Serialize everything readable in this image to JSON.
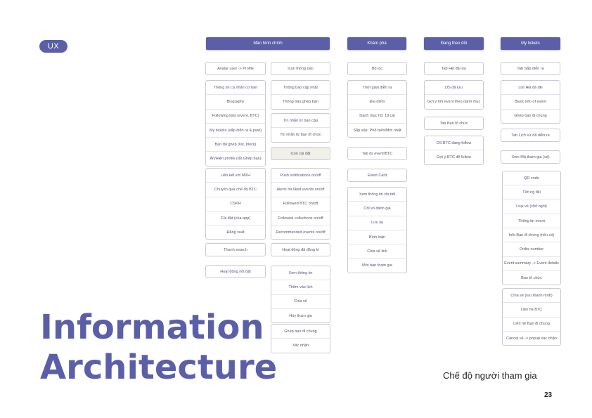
{
  "tag": "UX",
  "title_line1": "Information",
  "title_line2": "Architecture",
  "caption": "Chế độ người tham gia",
  "page_number": "23",
  "headers": {
    "main_screen": "Màn hình chính",
    "explore": "Khám phá",
    "following": "Đang theo dõi",
    "my_tickets": "My tickets"
  },
  "col1": {
    "avatar": "Avatar user -> Profile",
    "profile_group": [
      "Thông tin cá nhân cơ bản",
      "Biography",
      "Following lists (event, BTC)",
      "My tickets (sắp diễn ra & past)",
      "Bạn đã ghép (list, block)",
      "Ẩn/Hiện profile (tắt Ghép bạn)"
    ],
    "settings_group": [
      "Liên kết với MXH",
      "Chuyển qua chế độ BTC",
      "CSKH",
      "Cài đặt (của app)",
      "Đăng xuất"
    ],
    "search_bar": "Thanh search",
    "featured": "Hoạt động nổi bật"
  },
  "col2": {
    "notif_icon": "Icon thông báo",
    "notif_group": [
      "Thông báo cập nhật",
      "Thông báo ghép bạn"
    ],
    "message_group": [
      "Tin nhắn từ bạn cặp",
      "Tin nhắn từ ban tổ chức"
    ],
    "settings_icon": "Icon cài đặt",
    "push_group": [
      "Push notifications on/off",
      "Alerts for liked events on/off",
      "Followed BTC on/off",
      "Followed collections on/off",
      "Recommended events on/off"
    ],
    "registered": "Hoạt động đã đăng kí",
    "registered_group": [
      "Xem thông tin",
      "Thêm vào lịch",
      "Chia sẻ",
      "Hủy tham gia"
    ],
    "match_group": [
      "Ghép bạn đi chung",
      "Xác nhận"
    ]
  },
  "col3": {
    "filter": "Bộ lọc",
    "filter_group": [
      "Thời gian diễn ra",
      "Địa điểm",
      "Danh mục hđ: 18 cái",
      "Sắp xếp: Phổ biến/Mới nhất"
    ],
    "tab_events": "Tab ds event/BTC",
    "event_card": "Event Card",
    "card_group": [
      "Xem thông tin chi tiết",
      "Chỉ số đánh giá",
      "Lưu lại",
      "Bình luận",
      "Chia sẻ link",
      "Mời bạn tham gia"
    ]
  },
  "col4": {
    "tab_saved": "Tab HĐ đã lưu",
    "saved_group": [
      "DS đã lưu",
      "Gợi ý tìm event theo danh mục"
    ],
    "tab_organizer": "Tab Ban tổ chức",
    "organizer_group": [
      "DS BTC đang follow",
      "Gợi ý BTC để follow"
    ]
  },
  "col5": {
    "tab_upcoming": "Tab Sắp diễn ra",
    "upcoming_group": [
      "List HĐ đã đki",
      "Basic info of event",
      "Ghép bạn đi chung"
    ],
    "tab_history": "Tab Lịch sử đã diễn ra",
    "view_ticket": "Xem Mã tham gia (vé)",
    "ticket_group": [
      "QR code",
      "Tên ng đki",
      "Loại vé (chỗ ngồi)",
      "Thông tin event",
      "Info Bạn đi chung (nếu có)",
      "Order number",
      "Event summary -> Event details",
      "Ban tổ chức"
    ],
    "share_group": [
      "Chia sẻ (lưu thành hình)",
      "Liên hệ BTC",
      "Liên hệ Bạn đi chung",
      "Cancel vé -> popup xác nhận"
    ]
  }
}
